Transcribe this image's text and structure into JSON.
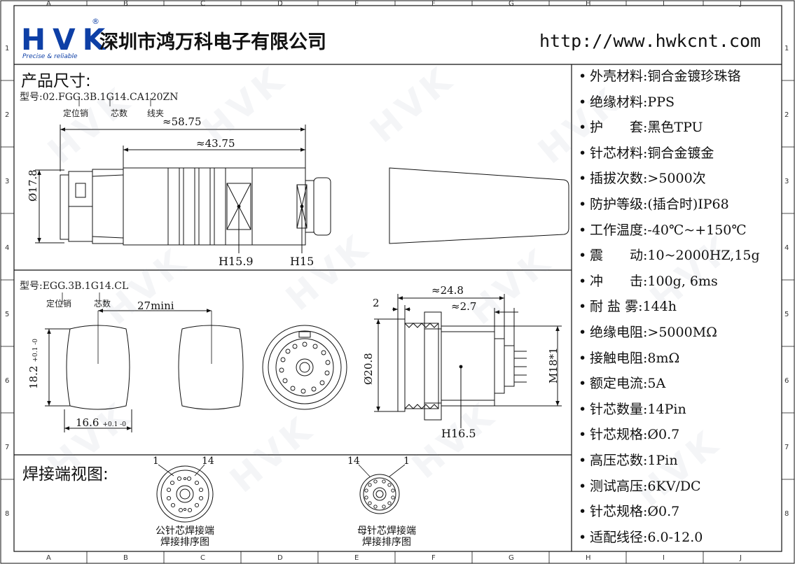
{
  "header": {
    "logo_text": "HVK",
    "logo_registered": "®",
    "logo_tagline": "Precise & reliable",
    "company_name": "深圳市鸿万科电子有限公司",
    "website": "http://www.hwkcnt.com"
  },
  "grid": {
    "columns": [
      "A",
      "B",
      "C",
      "D",
      "E",
      "F",
      "G",
      "H",
      "I",
      "J"
    ],
    "rows": [
      "1",
      "2",
      "3",
      "4",
      "5",
      "6",
      "7",
      "8"
    ]
  },
  "plug_section": {
    "title": "产品尺寸:",
    "model": "型号:02.FGG.3B.1G14.CA120ZN",
    "label_locator": "定位销",
    "label_cores": "芯数",
    "label_clamp": "线夹",
    "dim_overall": "≈58.75",
    "dim_body": "≈43.75",
    "dim_diameter": "Ø17.8",
    "dim_hex1": "H15.9",
    "dim_hex2": "H15"
  },
  "socket_section": {
    "model": "型号:EGG.3B.1G14.CL",
    "label_locator": "定位销",
    "label_cores": "芯数",
    "dim_spacing": "27mini",
    "dim_height": "18.2",
    "dim_height_tol": "+0.1 -0",
    "dim_width": "16.6",
    "dim_width_tol": "+0.1 -0",
    "dim_length": "≈24.8",
    "dim_flange": "2",
    "dim_end": "≈2.7",
    "dim_diameter": "Ø20.8",
    "dim_thread": "M18*1",
    "dim_hex": "H16.5"
  },
  "solder_section": {
    "title": "焊接端视图:",
    "male_pin_left": "1",
    "male_pin_right": "14",
    "male_caption_1": "公针芯焊接端",
    "male_caption_2": "焊接排序图",
    "female_pin_left": "14",
    "female_pin_right": "1",
    "female_caption_1": "母针芯焊接端",
    "female_caption_2": "焊接排序图"
  },
  "specs": [
    {
      "label": "外壳材料",
      "value": "铜合金镀珍珠铬"
    },
    {
      "label": "绝缘材料",
      "value": "PPS"
    },
    {
      "label": "护　　套",
      "value": "黑色TPU"
    },
    {
      "label": "针芯材料",
      "value": "铜合金镀金"
    },
    {
      "label": "插拔次数",
      "value": ">5000次"
    },
    {
      "label": "防护等级",
      "value": "(插合时)IP68"
    },
    {
      "label": "工作温度",
      "value": "-40℃~+150℃"
    },
    {
      "label": "震　　动",
      "value": "10~2000HZ,15g"
    },
    {
      "label": "冲　　击",
      "value": "100g, 6ms"
    },
    {
      "label": "耐 盐 雾",
      "value": "144h"
    },
    {
      "label": "绝缘电阻",
      "value": ">5000MΩ"
    },
    {
      "label": "接触电阻",
      "value": "8mΩ"
    },
    {
      "label": "额定电流",
      "value": "5A"
    },
    {
      "label": "针芯数量",
      "value": "14Pin"
    },
    {
      "label": "针芯规格",
      "value": "Ø0.7"
    },
    {
      "label": "高压芯数",
      "value": "1Pin"
    },
    {
      "label": "测试高压",
      "value": "6KV/DC"
    },
    {
      "label": "针芯规格",
      "value": "Ø0.7"
    },
    {
      "label": "适配线径",
      "value": "6.0-12.0"
    }
  ],
  "colors": {
    "brand_blue": "#0d3fa6",
    "line": "#111111"
  }
}
